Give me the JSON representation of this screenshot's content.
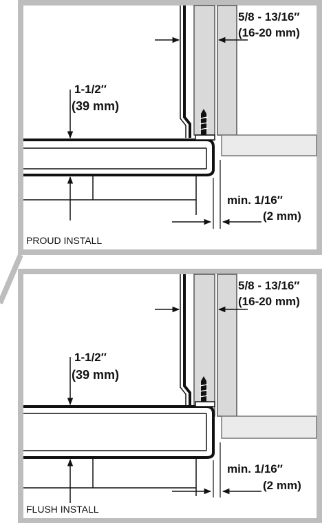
{
  "panels": [
    {
      "caption": "PROUD INSTALL",
      "gap_label_line1": "5/8 - 13/16″",
      "gap_label_line2": "(16-20 mm)",
      "height_label_line1": "1-1/2″",
      "height_label_line2": "(39 mm)",
      "min_label_line1": "min. 1/16″",
      "min_label_line2": "(2 mm)"
    },
    {
      "caption": "FLUSH INSTALL",
      "gap_label_line1": "5/8 - 13/16″",
      "gap_label_line2": "(16-20 mm)",
      "height_label_line1": "1-1/2″",
      "height_label_line2": "(39 mm)",
      "min_label_line1": "min. 1/16″",
      "min_label_line2": "(2 mm)"
    }
  ],
  "colors": {
    "frame": "#bdbdbd",
    "wood": "#d9d9d9",
    "line": "#111111"
  }
}
